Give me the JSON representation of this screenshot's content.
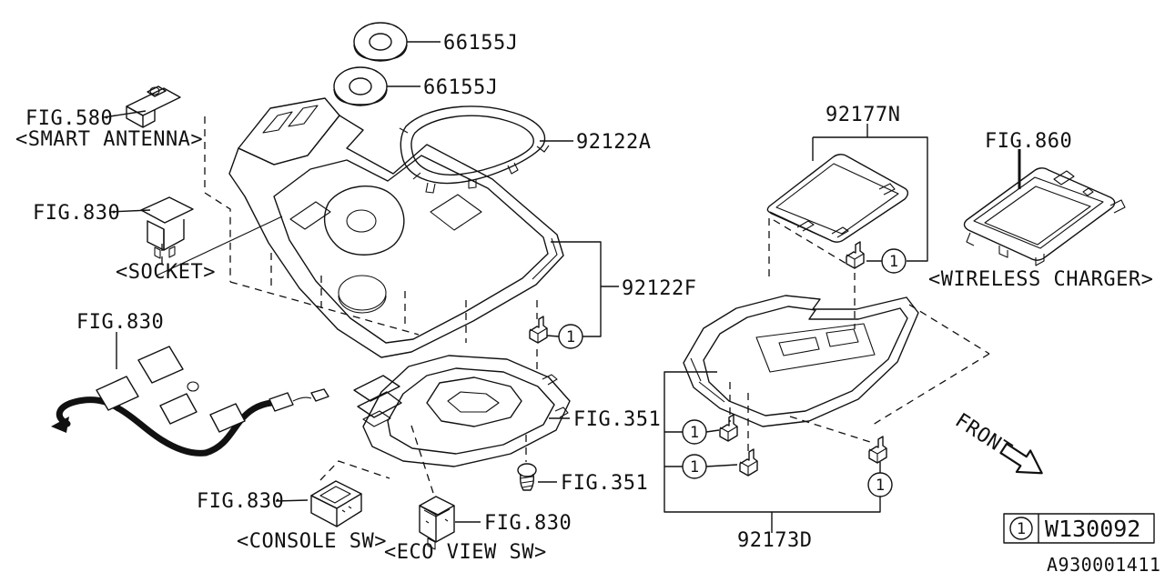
{
  "diagram": {
    "doc_id": "A930001411",
    "front_label": "FRONT",
    "callout_symbol": "1",
    "legend": {
      "callout": "1",
      "part_code": "W130092"
    },
    "parts": {
      "grommet_upper": "66155J",
      "grommet_lower": "66155J",
      "console_trim_ring": "92122A",
      "console_panel": "92122F",
      "console_lid": "92177N",
      "console_box_lower": "92173D"
    },
    "references": {
      "smart_antenna_fig": "FIG.580",
      "smart_antenna_caption": "<SMART ANTENNA>",
      "socket_fig": "FIG.830",
      "socket_caption": "<SOCKET>",
      "harness_fig": "FIG.830",
      "shifter_assembly_fig": "FIG.351",
      "screw_fig": "FIG.351",
      "console_switch_fig": "FIG.830",
      "console_switch_caption": "<CONSOLE SW>",
      "eco_view_switch_fig": "FIG.830",
      "eco_view_switch_caption": "<ECO VIEW SW>",
      "wireless_charger_fig": "FIG.860",
      "wireless_charger_caption": "<WIRELESS CHARGER>"
    },
    "colors": {
      "line": "#111111",
      "background": "#ffffff"
    }
  }
}
